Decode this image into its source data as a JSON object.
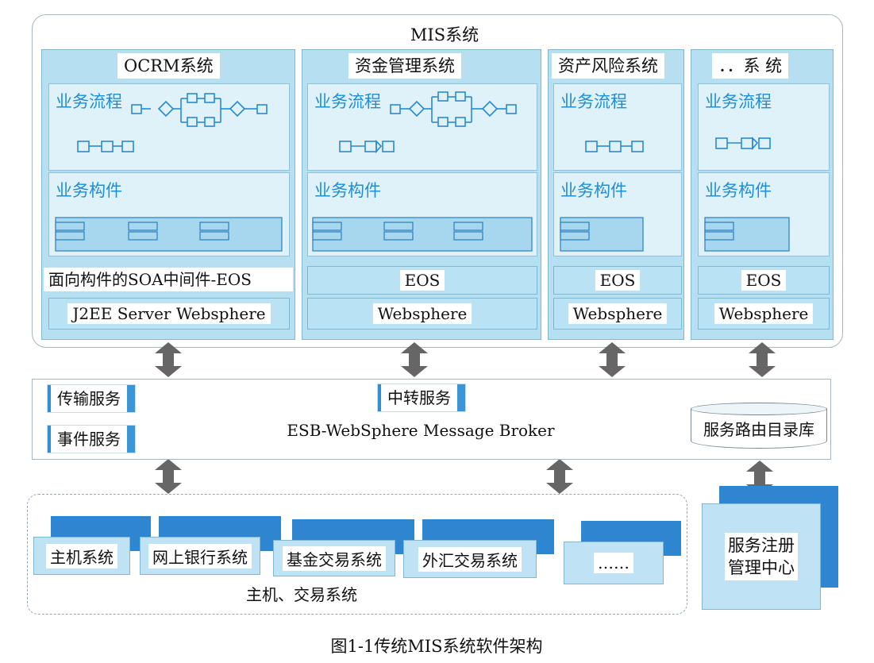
{
  "mis": {
    "title": "MIS系统",
    "columns": [
      {
        "title": "OCRM系统",
        "flow_label": "业务流程",
        "comp_label": "业务构件",
        "middleware": "面向构件的SOA中间件-EOS",
        "server": "J2EE Server Websphere"
      },
      {
        "title": "资金管理系统",
        "flow_label": "业务流程",
        "comp_label": "业务构件",
        "middleware": "EOS",
        "server": "Websphere"
      },
      {
        "title": "资产风险系统",
        "flow_label": "业务流程",
        "comp_label": "业务构件",
        "middleware": "EOS",
        "server": "Websphere"
      },
      {
        "title": "．．系 统",
        "flow_label": "业务流程",
        "comp_label": "业务构件",
        "middleware": "EOS",
        "server": "Websphere"
      }
    ]
  },
  "esb": {
    "label": "ESB-WebSphere Message Broker",
    "transport": "传输服务",
    "event": "事件服务",
    "relay": "中转服务",
    "routing_library": "服务路由目录库"
  },
  "host": {
    "label": "主机、交易系统",
    "systems": [
      "主机系统",
      "网上银行系统",
      "基金交易系统",
      "外汇交易系统",
      "……"
    ]
  },
  "registry": {
    "line1": "服务注册",
    "line2": "管理中心"
  },
  "caption": "图1-1传统MIS系统软件架构",
  "colors": {
    "accent": "#1e8fd6",
    "panel": "#b6e0f1",
    "dark_blue": "#2f86d0",
    "arrow": "#666666"
  }
}
